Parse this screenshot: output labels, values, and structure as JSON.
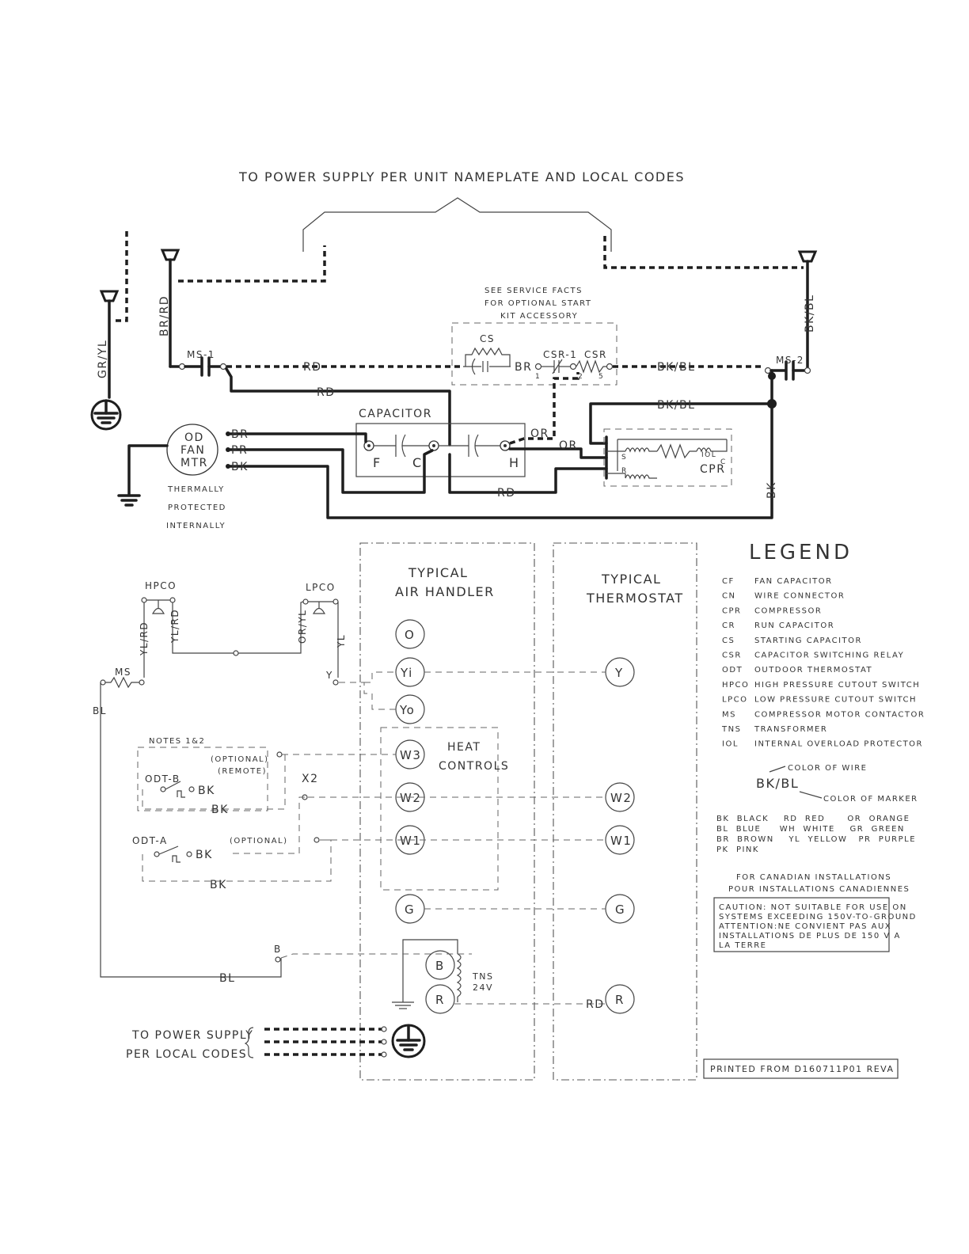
{
  "header": {
    "power_supply_note": "TO POWER SUPPLY PER UNIT NAMEPLATE AND LOCAL CODES"
  },
  "wires": {
    "gr_yl": "GR/YL",
    "br_rd": "BR/RD",
    "bk_bl": "BK/BL",
    "rd": "RD",
    "br": "BR",
    "pr": "PR",
    "bk": "BK",
    "or": "OR",
    "yl_rd": "YL/RD",
    "or_yl": "OR/YL",
    "yl": "YL",
    "bl": "BL"
  },
  "components": {
    "ms1": "MS-1",
    "ms2": "MS-2",
    "capacitor": "CAPACITOR",
    "cap_f": "F",
    "cap_c": "C",
    "cap_h": "H",
    "fan_line1": "OD",
    "fan_line2": "FAN",
    "fan_line3": "MTR",
    "thermal_1": "THERMALLY",
    "thermal_2": "PROTECTED",
    "thermal_3": "INTERNALLY",
    "cs": "CS",
    "csr": "CSR-1",
    "csr2": "CSR",
    "pin1": "1",
    "pin2": "2",
    "pin5": "5",
    "cpr": "CPR",
    "iol": "IOL",
    "cpr_c": "C",
    "cpr_s": "S",
    "cpr_r": "R",
    "service_note_1": "SEE SERVICE FACTS",
    "service_note_2": "FOR OPTIONAL START",
    "service_note_3": "KIT ACCESSORY",
    "hpco": "HPCO",
    "lpco": "LPCO",
    "ms": "MS",
    "y": "Y",
    "b": "B",
    "x2": "X2",
    "notes": "NOTES 1&2",
    "optional": "(OPTIONAL)",
    "remote": "(REMOTE)",
    "optional2": "(OPTIONAL)",
    "odt_b": "ODT-B",
    "odt_a": "ODT-A",
    "tns": "TNS",
    "tns_v": "24V",
    "power_local_1": "TO POWER SUPPLY",
    "power_local_2": "PER LOCAL CODES"
  },
  "air_handler": {
    "title1": "TYPICAL",
    "title2": "AIR HANDLER",
    "heat1": "HEAT",
    "heat2": "CONTROLS",
    "terminals": [
      "O",
      "Yi",
      "Yo",
      "W3",
      "W2",
      "W1",
      "G",
      "B",
      "R"
    ]
  },
  "thermostat": {
    "title1": "TYPICAL",
    "title2": "THERMOSTAT",
    "terminals": [
      "Y",
      "W2",
      "W1",
      "G",
      "R"
    ]
  },
  "legend": {
    "title": "LEGEND",
    "items": [
      {
        "code": "CF",
        "desc": "FAN CAPACITOR"
      },
      {
        "code": "CN",
        "desc": "WIRE CONNECTOR"
      },
      {
        "code": "CPR",
        "desc": "COMPRESSOR"
      },
      {
        "code": "CR",
        "desc": "RUN CAPACITOR"
      },
      {
        "code": "CS",
        "desc": "STARTING CAPACITOR"
      },
      {
        "code": "CSR",
        "desc": "CAPACITOR SWITCHING RELAY"
      },
      {
        "code": "ODT",
        "desc": "OUTDOOR THERMOSTAT"
      },
      {
        "code": "HPCO",
        "desc": "HIGH PRESSURE CUTOUT SWITCH"
      },
      {
        "code": "LPCO",
        "desc": "LOW PRESSURE CUTOUT SWITCH"
      },
      {
        "code": "MS",
        "desc": "COMPRESSOR MOTOR CONTACTOR"
      },
      {
        "code": "TNS",
        "desc": "TRANSFORMER"
      },
      {
        "code": "IOL",
        "desc": "INTERNAL OVERLOAD PROTECTOR"
      }
    ],
    "color_of_wire": "COLOR OF WIRE",
    "sample": "BK/BL",
    "color_of_marker": "COLOR OF MARKER",
    "colors": [
      "BK  BLACK    RD  RED      OR  ORANGE",
      "BL  BLUE     WH  WHITE    GR  GREEN",
      "BR  BROWN    YL  YELLOW   PR  PURPLE",
      "PK  PINK"
    ],
    "canadian_1": "FOR CANADIAN INSTALLATIONS",
    "canadian_2": "POUR INSTALLATIONS CANADIENNES",
    "caution": [
      "CAUTION: NOT SUITABLE FOR USE ON",
      "SYSTEMS EXCEEDING 150V-TO-GROUND",
      "ATTENTION:NE CONVIENT PAS AUX",
      "INSTALLATIONS DE PLUS DE 150 V A",
      "LA TERRE"
    ],
    "printed_from": "PRINTED FROM D160711P01 REVA"
  }
}
